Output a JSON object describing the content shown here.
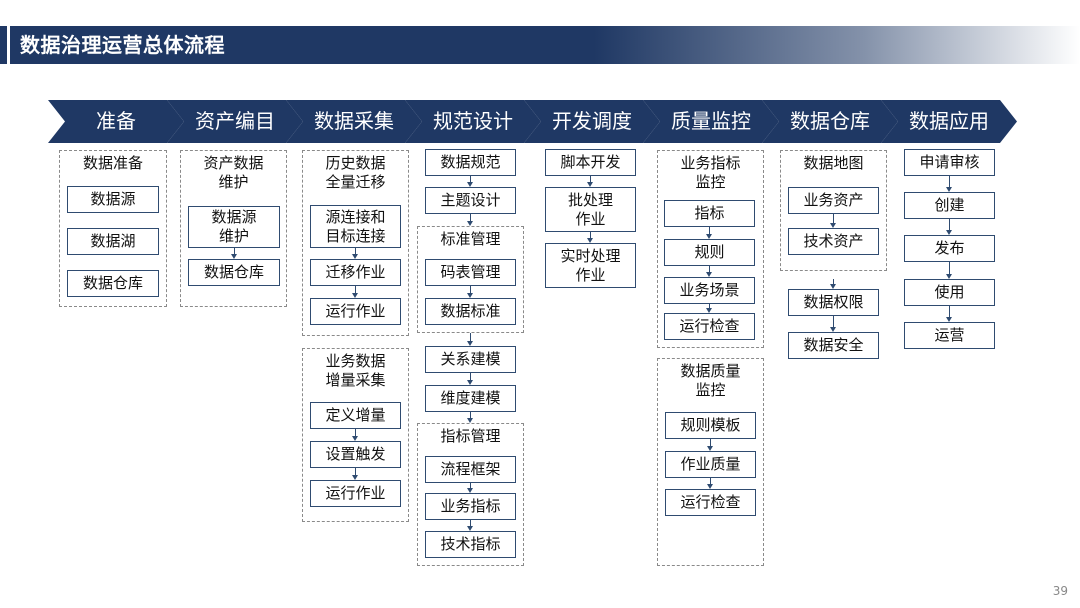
{
  "title": "数据治理运营总体流程",
  "page_number": "39",
  "colors": {
    "header": "#1f3864",
    "chevron": "#1f3864",
    "box_border": "#2f4b70"
  },
  "stages": [
    "准备",
    "资产编目",
    "数据采集",
    "规范设计",
    "开发调度",
    "质量监控",
    "数据仓库",
    "数据应用"
  ],
  "col1": {
    "heading": "数据准备",
    "items": [
      "数据源",
      "数据湖",
      "数据仓库"
    ]
  },
  "col2": {
    "heading": "资产数据\n维护",
    "items": [
      "数据源\n维护",
      "数据仓库"
    ]
  },
  "col3": {
    "group1": {
      "heading": "历史数据\n全量迁移",
      "items": [
        "源连接和\n目标连接",
        "迁移作业",
        "运行作业"
      ]
    },
    "group2": {
      "heading": "业务数据\n增量采集",
      "items": [
        "定义增量",
        "设置触发",
        "运行作业"
      ]
    }
  },
  "col4": {
    "top": [
      "数据规范",
      "主题设计"
    ],
    "group1": {
      "heading": "标准管理",
      "items": [
        "码表管理",
        "数据标准"
      ]
    },
    "middle": [
      "关系建模",
      "维度建模"
    ],
    "group2": {
      "heading": "指标管理",
      "items": [
        "流程框架",
        "业务指标",
        "技术指标"
      ]
    }
  },
  "col5": {
    "items": [
      "脚本开发",
      "批处理\n作业",
      "实时处理\n作业"
    ]
  },
  "col6": {
    "group1": {
      "heading": "业务指标\n监控",
      "items": [
        "指标",
        "规则",
        "业务场景",
        "运行检查"
      ]
    },
    "group2": {
      "heading": "数据质量\n监控",
      "items": [
        "规则模板",
        "作业质量",
        "运行检查"
      ]
    }
  },
  "col7": {
    "group1": {
      "heading": "数据地图",
      "items": [
        "业务资产",
        "技术资产"
      ]
    },
    "items": [
      "数据权限",
      "数据安全"
    ]
  },
  "col8": {
    "items": [
      "申请审核",
      "创建",
      "发布",
      "使用",
      "运营"
    ]
  }
}
